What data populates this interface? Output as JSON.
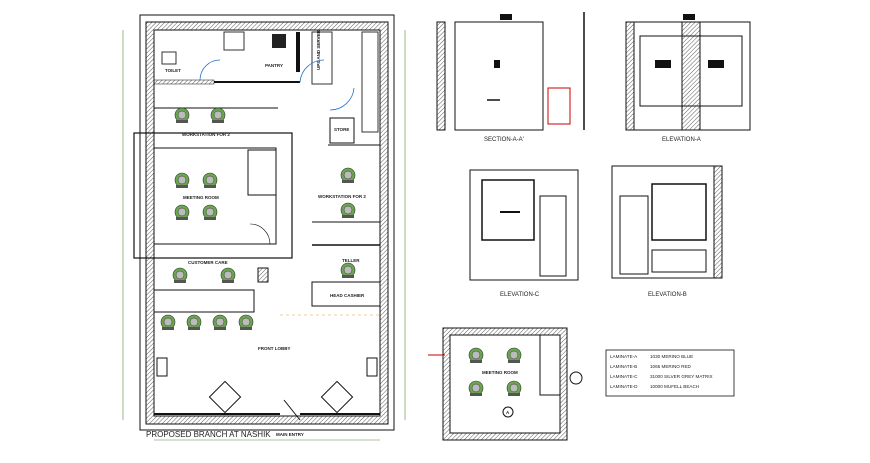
{
  "plan": {
    "title": "PROPOSED BRANCH AT NASHIK",
    "main_entry": "MAIN ENTRY",
    "rooms": {
      "toilet": "TOILET",
      "pantry": "PANTRY",
      "ups": "UPS AND SERVER",
      "workstation_top": "WORKSTATION FOR 2",
      "store": "STORE",
      "meeting_room": "MEETING ROOM",
      "workstation_right": "WORKSTATION FOR 2",
      "customer_care": "CUSTOMER CARE",
      "teller": "TELLER",
      "counter": "HEAD CASHIER",
      "front_lobby": "FRONT LOBBY"
    }
  },
  "views": {
    "section_a": "SECTION-A-A'",
    "elevation_a": "ELEVATION-A",
    "elevation_c": "ELEVATION-C",
    "elevation_b": "ELEVATION-B",
    "meeting_room": "MEETING ROOM",
    "marker": "A"
  },
  "legend": [
    {
      "code": "LAMINATE-A",
      "desc": "1030 MERINO BLUE"
    },
    {
      "code": "LAMINATE-B",
      "desc": "1065 MERINO RED"
    },
    {
      "code": "LAMINATE-C",
      "desc": "31000 SILVER GREY MATRIX"
    },
    {
      "code": "LAMINATE-D",
      "desc": "10000 MUFELL BEACH"
    }
  ],
  "colors": {
    "wall": "#111111",
    "chair": "#6aa84f",
    "door": "#1f6fd0",
    "dim": "#e0a040",
    "dim_line": "#5a8a3a"
  }
}
